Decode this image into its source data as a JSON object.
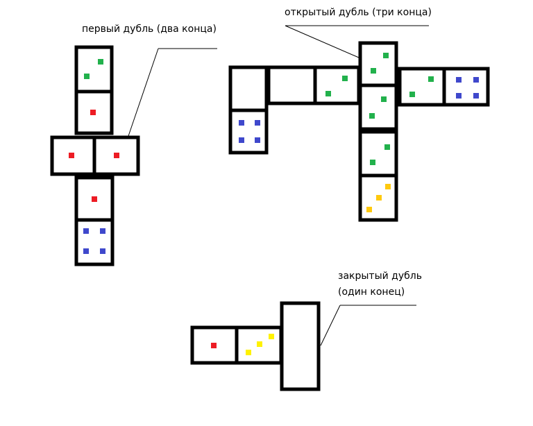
{
  "labels": {
    "first_double": "первый дубль (два конца)",
    "open_double": "открытый дубль (три конца)",
    "closed_double_line1": "закрытый дубль",
    "closed_double_line2": "(один конец)"
  },
  "colors": {
    "green": "#22b14c",
    "red": "#ed1c24",
    "blue": "#3f48cc",
    "yellow": "#ffc90e",
    "bright_yellow": "#fff200"
  }
}
